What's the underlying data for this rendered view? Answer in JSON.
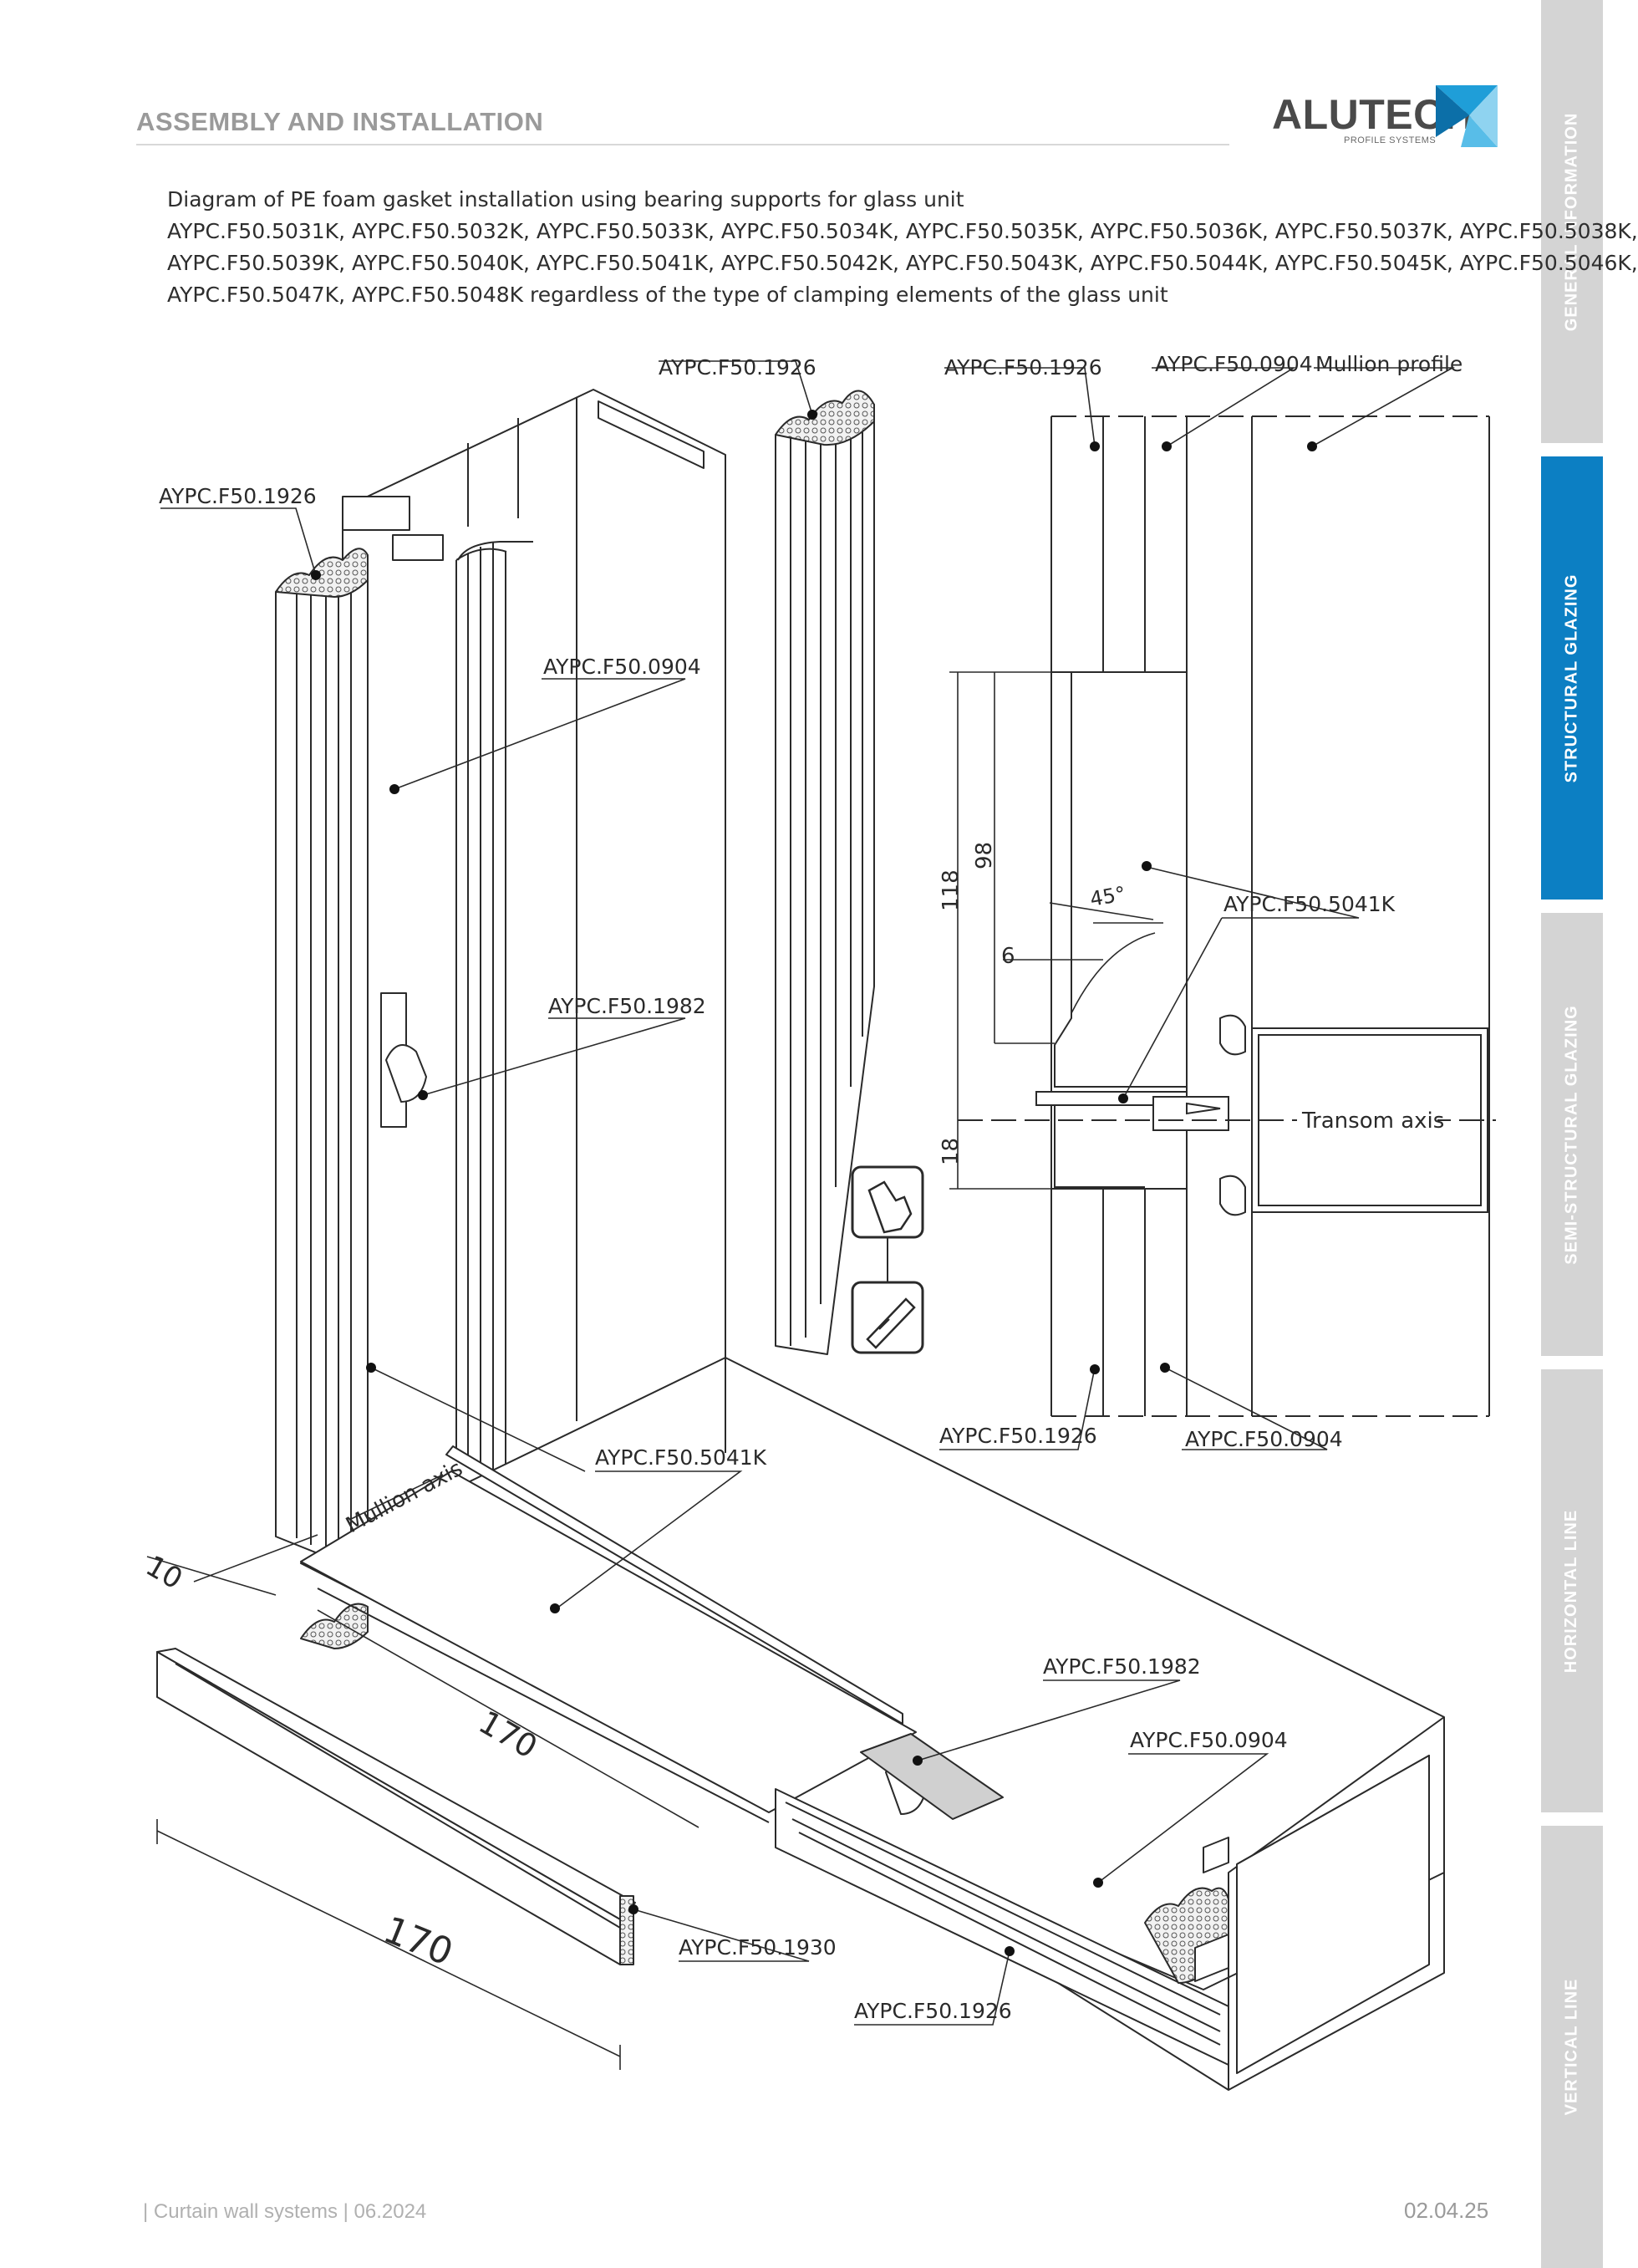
{
  "header": {
    "section_title": "ASSEMBLY AND INSTALLATION",
    "brand_word": "ALUTECH",
    "brand_sub": "PROFILE SYSTEMS"
  },
  "side_tabs": [
    {
      "label": "GENERAL INFORMATION",
      "active": false
    },
    {
      "label": "STRUCTURAL GLAZING",
      "active": true
    },
    {
      "label": "SEMI-STRUCTURAL GLAZING",
      "active": false
    },
    {
      "label": "HORIZONTAL LINE",
      "active": false
    },
    {
      "label": "VERTICAL LINE",
      "active": false
    }
  ],
  "caption": {
    "line1": "Diagram of PE foam gasket installation using bearing supports for glass unit",
    "line2": "AYPC.F50.5031K, AYPC.F50.5032K, AYPC.F50.5033K, AYPC.F50.5034K, AYPC.F50.5035K, AYPC.F50.5036K, AYPC.F50.5037K, AYPC.F50.5038K,",
    "line3": "AYPC.F50.5039K, AYPC.F50.5040K, AYPC.F50.5041K, AYPC.F50.5042K, AYPC.F50.5043K, AYPC.F50.5044K, AYPC.F50.5045K, AYPC.F50.5046K,",
    "line4": "AYPC.F50.5047K, AYPC.F50.5048K regardless of the type of clamping elements of the glass unit"
  },
  "drawing": {
    "labels": {
      "iso_1926_top_left": "AYPC.F50.1926",
      "iso_0904_upper": "AYPC.F50.0904",
      "iso_1982_upper": "AYPC.F50.1982",
      "gasket_1926_top": "AYPC.F50.1926",
      "iso_5041k": "AYPC.F50.5041K",
      "mullion_axis": "Mullion axis",
      "dim_10": "10",
      "dim_170_diag": "170",
      "dim_170_bottom": "170",
      "iso_1982_lower": "AYPC.F50.1982",
      "iso_0904_lower": "AYPC.F50.0904",
      "iso_1930": "AYPC.F50.1930",
      "iso_1926_bottom": "AYPC.F50.1926",
      "sec_1926_top": "AYPC.F50.1926",
      "sec_0904_top": "AYPC.F50.0904",
      "sec_mullion_profile": "Mullion profile",
      "sec_5041k": "AYPC.F50.5041K",
      "sec_transom_axis": "Transom axis",
      "sec_1926_bottom": "AYPC.F50.1926",
      "sec_0904_bottom": "AYPC.F50.0904",
      "dim_118": "118",
      "dim_98": "98",
      "dim_6": "6",
      "dim_18": "18",
      "dim_45": "45°"
    },
    "icons": [
      "hand-press-icon",
      "cutter-knife-icon"
    ]
  },
  "footer": {
    "left": "| Curtain wall systems | 06.2024",
    "right": "02.04.25"
  },
  "colors": {
    "accent_tab": "#0c7fc3",
    "inactive_tab": "#d4d4d4",
    "logo_blue": "#1f9ed8",
    "line": "#2a2a2a"
  }
}
